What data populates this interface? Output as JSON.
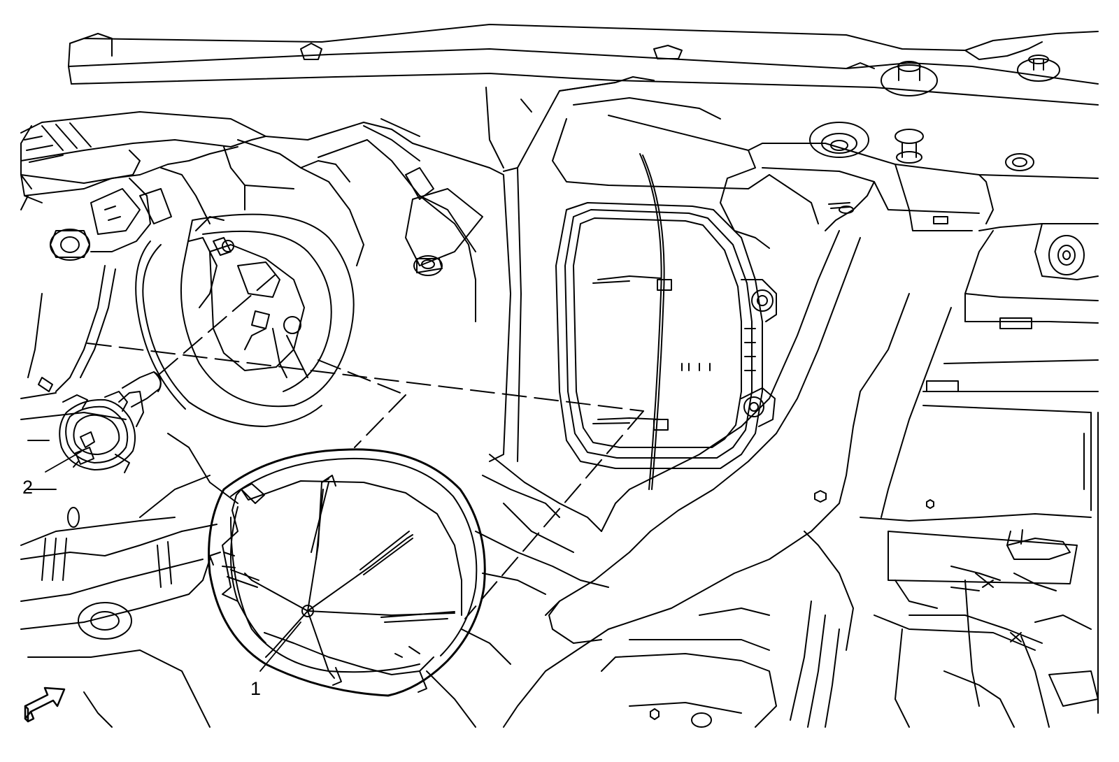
{
  "diagram": {
    "callouts": [
      {
        "id": "1",
        "label": "1",
        "part": "headlamp-bulb-access-cover"
      },
      {
        "id": "2",
        "label": "2",
        "part": "headlamp-bulb"
      }
    ],
    "orientation_icon": "front-of-vehicle-arrow-icon",
    "colors": {
      "line": "#000000",
      "background": "#ffffff"
    }
  }
}
